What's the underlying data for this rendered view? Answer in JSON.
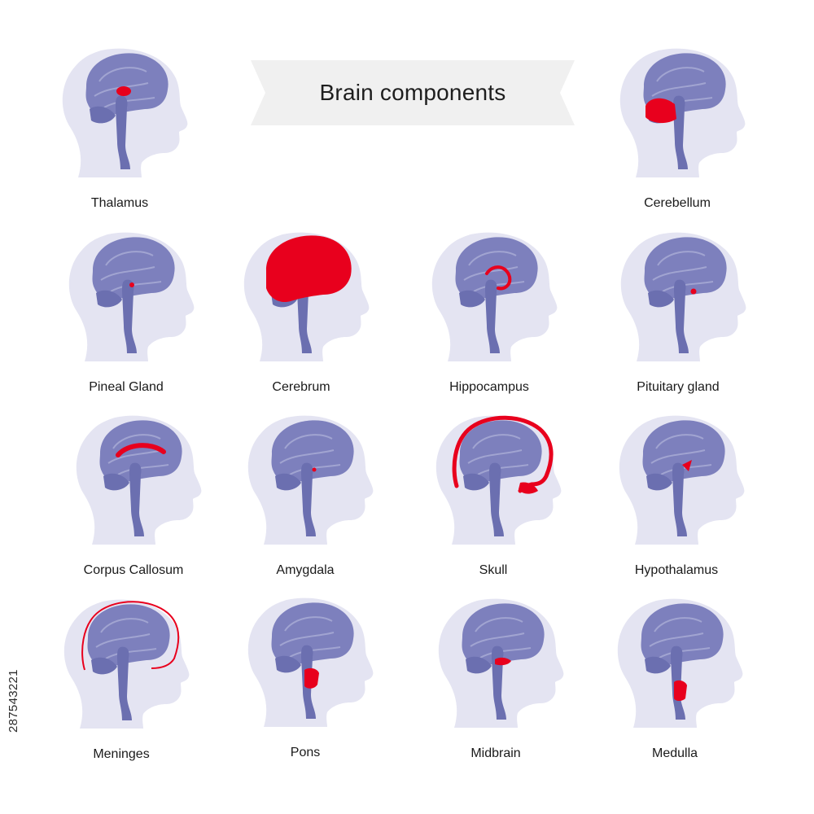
{
  "title": "Brain components",
  "watermark_id": "287543221",
  "colors": {
    "head": "#e4e4f2",
    "brain": "#7d80bd",
    "brain_dark": "#6b6fb0",
    "highlight": "#e8001d",
    "banner": "#f0f0f0"
  },
  "components": [
    {
      "label": "Thalamus",
      "highlight": "thalamus"
    },
    {
      "label": "Cerebellum",
      "highlight": "cerebellum"
    },
    {
      "label": "Pineal Gland",
      "highlight": "pineal"
    },
    {
      "label": "Cerebrum",
      "highlight": "cerebrum"
    },
    {
      "label": "Hippocampus",
      "highlight": "hippocampus"
    },
    {
      "label": "Pituitary gland",
      "highlight": "pituitary"
    },
    {
      "label": "Corpus Callosum",
      "highlight": "corpus"
    },
    {
      "label": "Amygdala",
      "highlight": "amygdala"
    },
    {
      "label": "Skull",
      "highlight": "skull"
    },
    {
      "label": "Hypothalamus",
      "highlight": "hypothalamus"
    },
    {
      "label": "Meninges",
      "highlight": "meninges"
    },
    {
      "label": "Pons",
      "highlight": "pons"
    },
    {
      "label": "Midbrain",
      "highlight": "midbrain"
    },
    {
      "label": "Medulla",
      "highlight": "medulla"
    }
  ]
}
